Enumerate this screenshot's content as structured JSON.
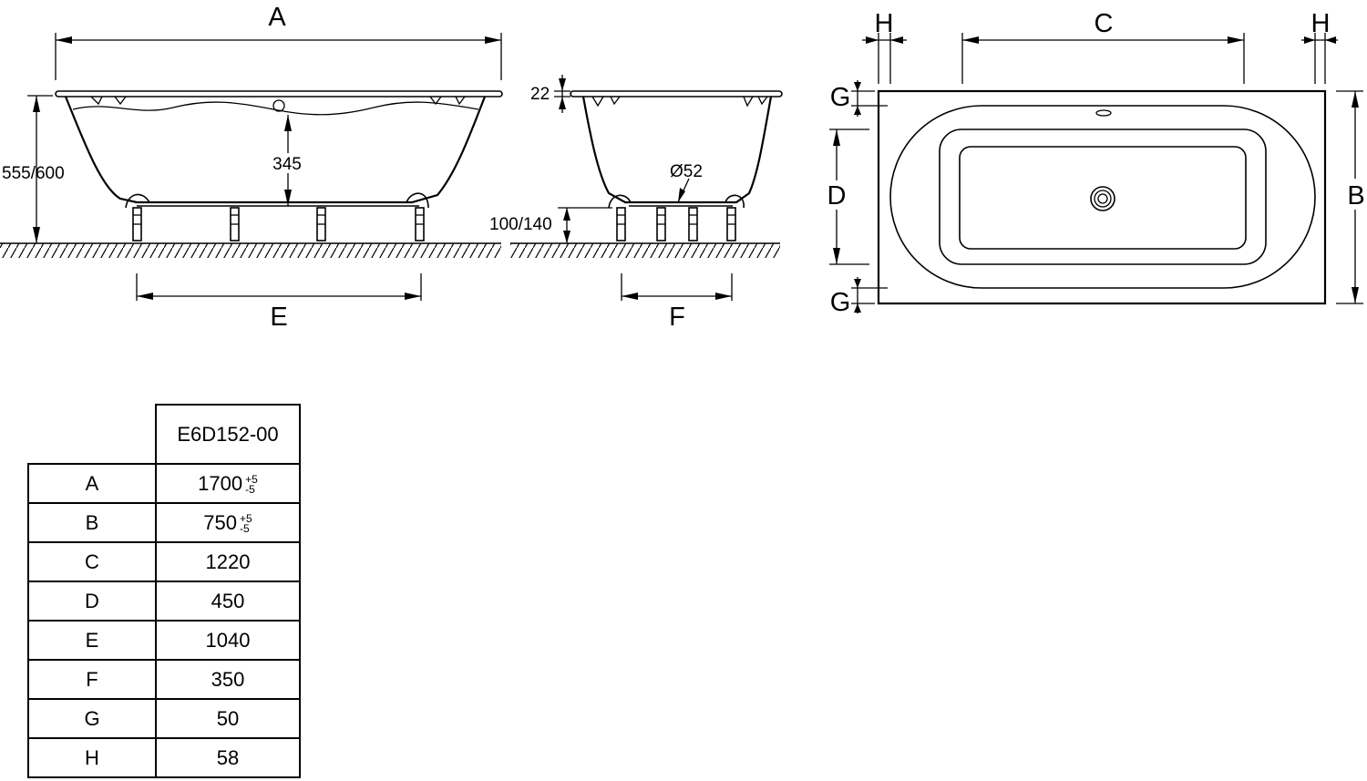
{
  "side_view": {
    "length_label": "A",
    "height_label": "555/600",
    "depth_label": "345",
    "legs_span_label": "E"
  },
  "end_view": {
    "rim_label": "22",
    "drain_label": "Ø52",
    "feet_label": "100/140",
    "legs_span_label": "F"
  },
  "top_view": {
    "inner_length_label": "C",
    "width_label": "B",
    "inner_width_label": "D",
    "left_margin_label": "H",
    "right_margin_label": "H",
    "top_margin_label": "G",
    "bottom_margin_label": "G"
  },
  "table": {
    "model": "E6D152-00",
    "rows": [
      {
        "key": "A",
        "value": "1700",
        "tol_plus": "+5",
        "tol_minus": "-5"
      },
      {
        "key": "B",
        "value": "750",
        "tol_plus": "+5",
        "tol_minus": "-5"
      },
      {
        "key": "C",
        "value": "1220"
      },
      {
        "key": "D",
        "value": "450"
      },
      {
        "key": "E",
        "value": "1040"
      },
      {
        "key": "F",
        "value": "350"
      },
      {
        "key": "G",
        "value": "50"
      },
      {
        "key": "H",
        "value": "58"
      }
    ]
  }
}
